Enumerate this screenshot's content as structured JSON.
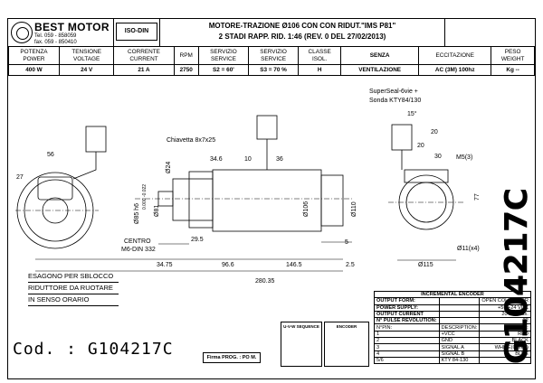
{
  "header": {
    "company": "BEST MOTOR",
    "tel": "Tel. 059 - 858059",
    "fax": "fax. 059 - 850410",
    "cert": "ISO-DIN",
    "title_line1": "MOTORE-TRAZIONE Ø106 CON CON RIDUT.\"IMS P81\"",
    "title_line2": "2 STADI RAPP. RID. 1:46 (REV. 0 DEL 27/02/2013)"
  },
  "spec_table": {
    "headers": [
      "POTENZA\nPOWER",
      "TENSIONE\nVOLTAGE",
      "CORRENTE\nCURRENT",
      "RPM",
      "SERVIZIO\nSERVICE",
      "SERVIZIO\nSERVICE",
      "CLASSE\nISOL.",
      "SENZA",
      "ECCITAZIONE",
      "PESO\nWEIGHT"
    ],
    "values": [
      "400 W",
      "24 V",
      "21 A",
      "2750",
      "S2 =  60'",
      "S3 = 70 %",
      "H",
      "VENTILAZIONE",
      "AC (3M) 100hz",
      "Kg --"
    ]
  },
  "dimensions": {
    "d_24": "Ø24",
    "d_85": "Ø85 h6",
    "tol_85": "0.000 -0.022",
    "d_81": "Ø81",
    "d_106": "Ø106",
    "d_110": "Ø110",
    "d_115": "Ø115",
    "d_11": "Ø11(x4)",
    "l_34_6": "34.6",
    "l_10": "10",
    "l_36": "36",
    "l_29_5": "29.5",
    "l_34_75": "34.75",
    "l_96_6": "96.6",
    "l_146_5": "146.5",
    "l_2_5": "2.5",
    "l_280_35": "280.35",
    "l_5": "5",
    "l_56": "56",
    "l_27": "27",
    "l_15": "15°",
    "l_20a": "20",
    "l_20b": "20",
    "l_30": "30",
    "l_77": "77",
    "m5": "M5(3)"
  },
  "labels": {
    "chiavetta": "Chiavetta 8x7x25",
    "centro_1": "CENTRO",
    "centro_2": "M6-DIN 332",
    "superseal_1": "SuperSeal-6vie +",
    "superseal_2": "Sonda KTY84/130"
  },
  "note": {
    "line1": "ESAGONO PER SBLOCCO",
    "line2": "RIDUTTORE DA RUOTARE",
    "line3": "IN SENSO ORARIO"
  },
  "code": "Cod. : G104217C",
  "vertical_code": "G104217C",
  "firma": "Firma PROG. : PO M.",
  "mini_diagram_1": "U-V-W SEQUENCE",
  "mini_diagram_2": "ENCODER",
  "encoder_table": {
    "title": "INCREMENTAL ENCODER",
    "rows": [
      [
        "OUTPUT FORM:",
        "",
        "OPEN COLLECTOR"
      ],
      [
        "POWER SUPPLY:",
        "",
        "+5 / +24 VDC"
      ],
      [
        "OUTPUT CURRENT",
        "",
        "20 mA max."
      ],
      [
        "N° PULSE REVOLUTION:",
        "",
        "32"
      ],
      [
        "N°PIN:",
        "DESCRIPTION:",
        "COLOUR:"
      ],
      [
        "1",
        "+VCC",
        "RED"
      ],
      [
        "2",
        "GND",
        "BLACK"
      ],
      [
        "3",
        "SIGNAL A",
        "WHITE(Green)"
      ],
      [
        "4",
        "SIGNAL B",
        "BLUE"
      ],
      [
        "5/6",
        "KTY 84-130",
        ""
      ]
    ]
  }
}
